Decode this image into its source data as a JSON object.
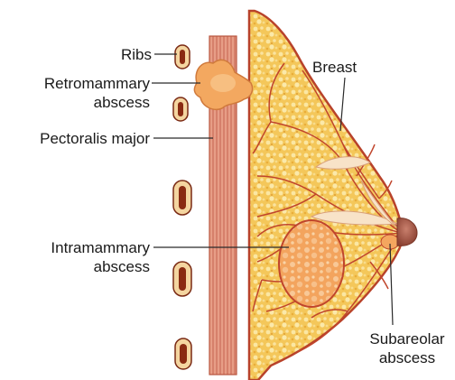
{
  "labels": {
    "ribs": "Ribs",
    "retromammary_line1": "Retromammary",
    "retromammary_line2": "abscess",
    "pectoralis": "Pectoralis major",
    "breast": "Breast",
    "intramammary_line1": "Intramammary",
    "intramammary_line2": "abscess",
    "subareolar_line1": "Subareolar",
    "subareolar_line2": "abscess"
  },
  "colors": {
    "breast_fill": "#f3c85a",
    "breast_outline": "#b8422a",
    "duct": "#c0452c",
    "muscle": "#e59a82",
    "muscle_line": "#c56450",
    "abscess": "#f2a25a",
    "rib_fill": "#f4d5a0",
    "rib_core": "#8a2a12",
    "nipple": "#a85a48"
  }
}
